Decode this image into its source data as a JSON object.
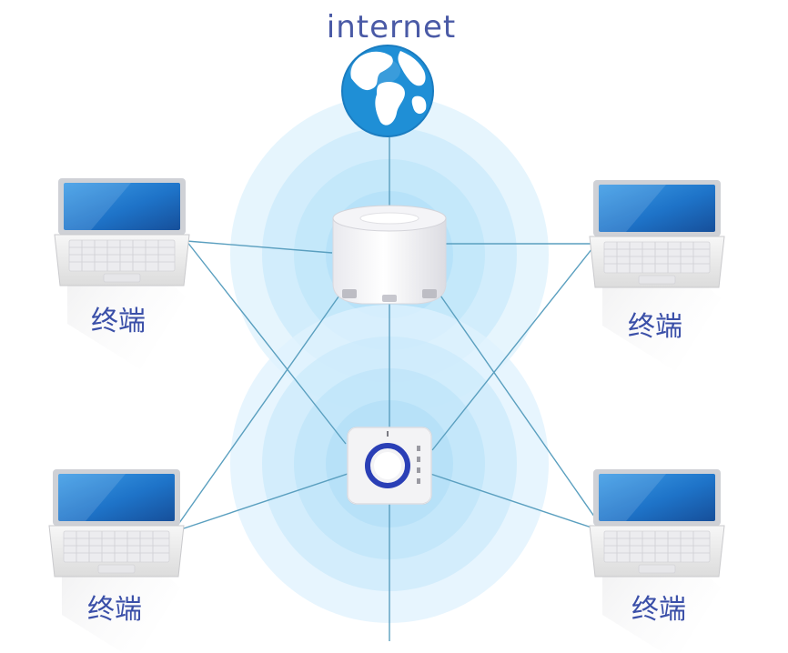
{
  "diagram": {
    "title": "internet",
    "terminals": [
      {
        "label": "终端"
      },
      {
        "label": "终端"
      },
      {
        "label": "终端"
      },
      {
        "label": "终端"
      }
    ]
  },
  "colors": {
    "link_line": "#5a9fbf",
    "signal_halo": "#a8dbf6",
    "globe_ocean": "#1f8fd6",
    "label_text": "#3a4fa8",
    "laptop_screen": "#1f73c9"
  },
  "icons": {
    "globe": "globe-icon",
    "router": "router-icon",
    "repeater": "repeater-icon",
    "laptop": "laptop-icon"
  }
}
